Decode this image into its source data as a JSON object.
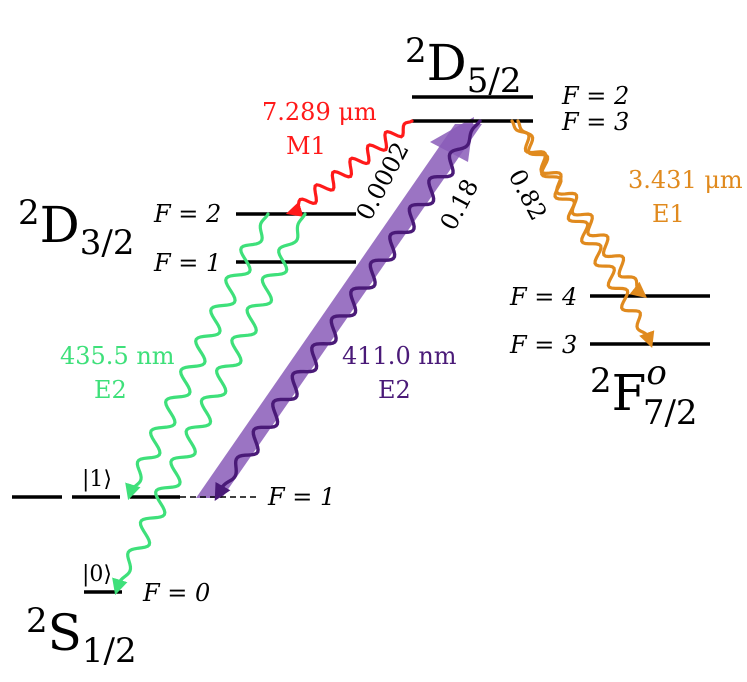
{
  "levels": {
    "d52": {
      "term": "D",
      "sup": "2",
      "sub": "5/2",
      "f_upper": "F = 2",
      "f_lower": "F = 3"
    },
    "d32": {
      "term": "D",
      "sup": "2",
      "sub": "3/2",
      "f_upper": "F = 2",
      "f_lower": "F = 1"
    },
    "f72": {
      "term": "F",
      "sup": "2",
      "sup_right": "o",
      "sub": "7/2",
      "f_upper": "F = 4",
      "f_lower": "F = 3"
    },
    "s12": {
      "term": "S",
      "sup": "2",
      "sub": "1/2",
      "f_upper": "F = 1",
      "f_lower": "F = 0",
      "ket_upper": "|1⟩",
      "ket_lower": "|0⟩"
    }
  },
  "transitions": {
    "m1": {
      "wavelength": "7.289 μm",
      "type": "M1",
      "branching": "0.0002",
      "color": "#ff1a1a"
    },
    "e1": {
      "wavelength": "3.431 μm",
      "type": "E1",
      "branching": "0.82",
      "color": "#e08a1e"
    },
    "e2_435": {
      "wavelength": "435.5 nm",
      "type": "E2",
      "color": "#3ee07a"
    },
    "e2_411": {
      "wavelength": "411.0 nm",
      "type": "E2",
      "branching": "0.18",
      "color": "#4a1a78",
      "band_color": "#8a5cb8"
    }
  }
}
